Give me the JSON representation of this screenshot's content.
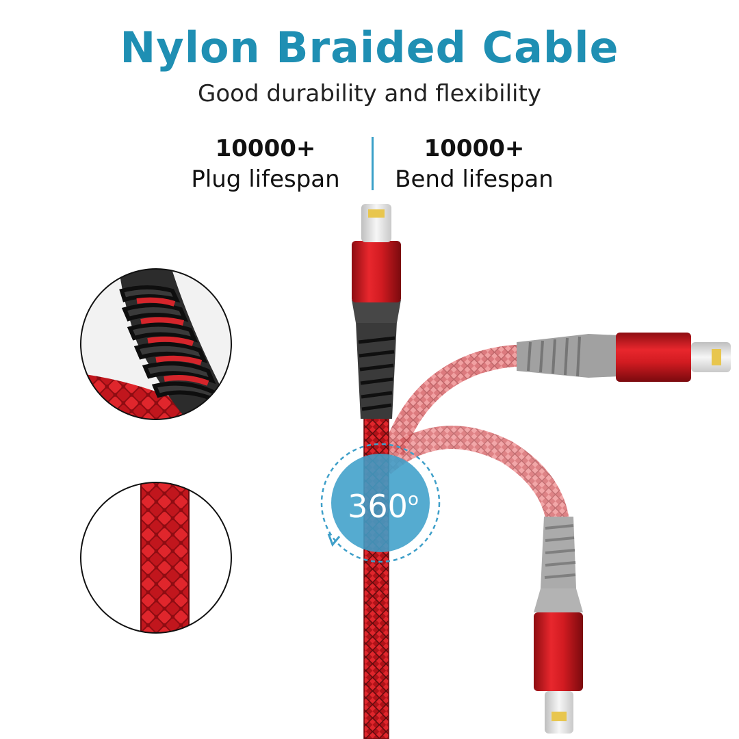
{
  "header": {
    "title": "Nylon Braided Cable",
    "subtitle": "Good durability and flexibility"
  },
  "stats": [
    {
      "value": "10000+",
      "label": "Plug lifespan"
    },
    {
      "value": "10000+",
      "label": "Bend lifespan"
    }
  ],
  "badge": {
    "value": "360",
    "unit": "o"
  },
  "colors": {
    "title": "#1f8fb3",
    "cable_red": "#c8161d",
    "badge_blue": "#3e9fc9",
    "divider": "#3aa0c8"
  },
  "icons": {
    "zoom_top": "connector-strain-relief-closeup",
    "zoom_bottom": "nylon-braid-closeup",
    "badge": "rotation-360-icon"
  }
}
